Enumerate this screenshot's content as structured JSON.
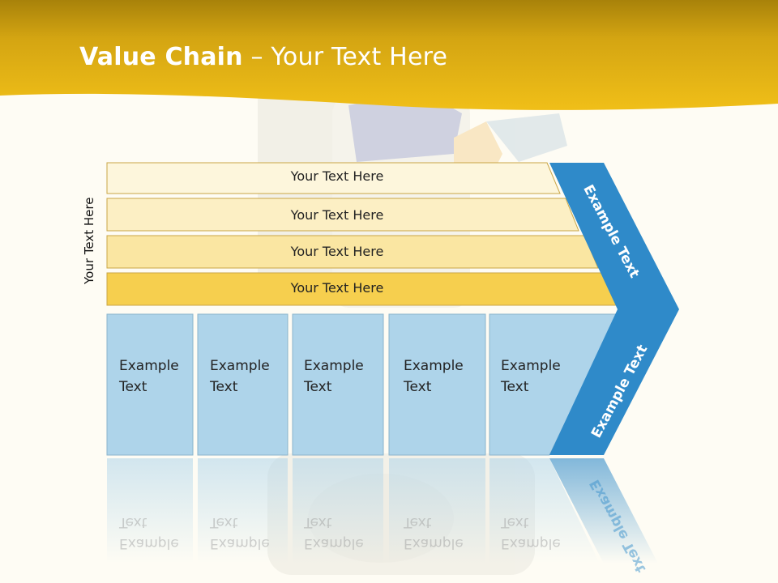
{
  "title": {
    "bold": "Value Chain",
    "rest": " – Your Text Here"
  },
  "side_label": "Your Text Here",
  "bars": [
    {
      "label": "Your Text Here"
    },
    {
      "label": "Your Text Here"
    },
    {
      "label": "Your Text Here"
    },
    {
      "label": "Your Text Here"
    }
  ],
  "boxes": [
    {
      "label": "Example\nText"
    },
    {
      "label": "Example\nText"
    },
    {
      "label": "Example\nText"
    },
    {
      "label": "Example\nText"
    },
    {
      "label": "Example\nText"
    }
  ],
  "chevron": {
    "top_label": "Example Text",
    "bottom_label": "Example Text"
  },
  "colors": {
    "header_gold": "#e6b414",
    "bar_fills": [
      "#fdf6dc",
      "#fcefc4",
      "#fae6a2",
      "#f6cf4e"
    ],
    "box_fill": "#aed4ea",
    "chevron_blue": "#2f8ac9"
  }
}
